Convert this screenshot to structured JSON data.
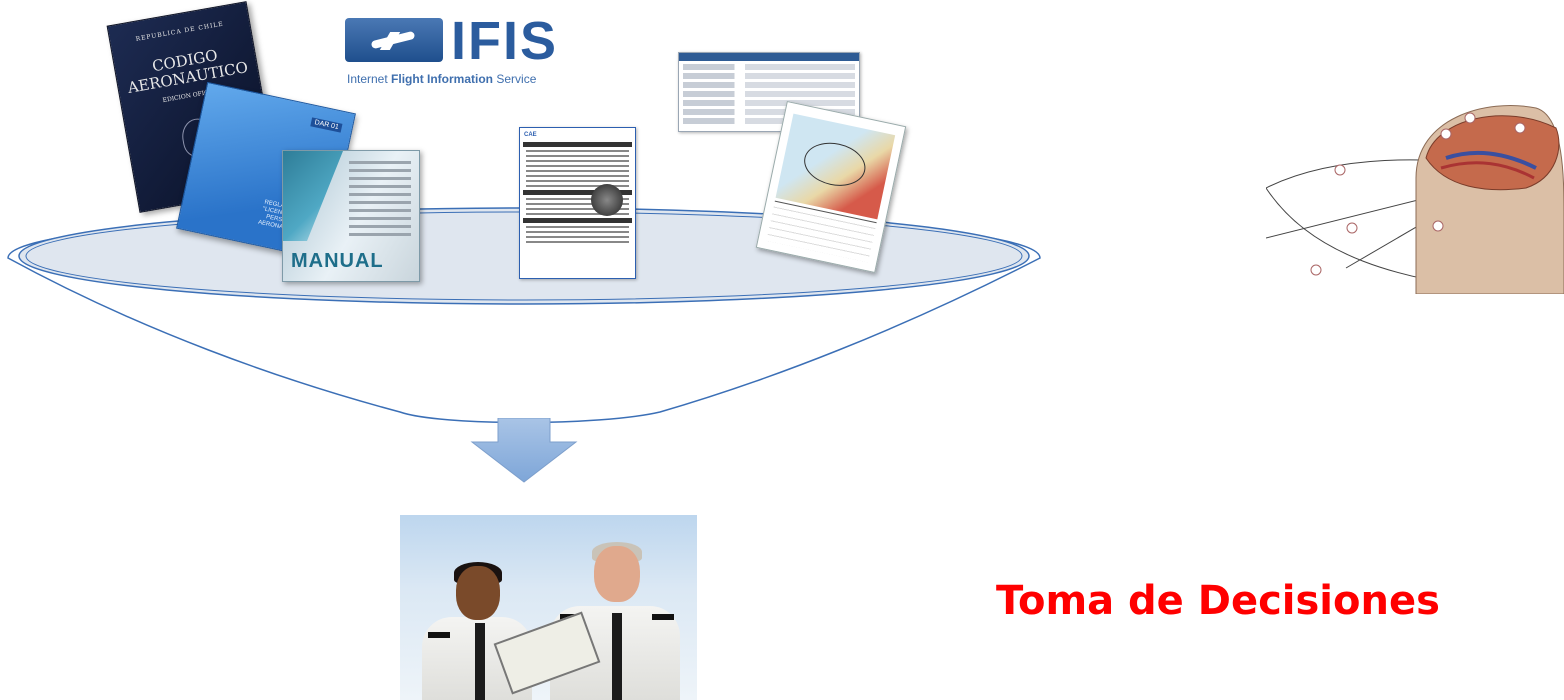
{
  "title": "Toma de Decisiones",
  "sources": {
    "codigo_book": {
      "top": "REPUBLICA DE CHILE",
      "title_line1": "CODIGO",
      "title_line2": "AERONAUTICO",
      "edition": "EDICION OFICIAL"
    },
    "reglamento_book": {
      "code": "DAR 01",
      "label": "REGLAMENTO \"LICENCIAS AL PERSONAL AERONAUTICO\""
    },
    "manual": {
      "label": "MANUAL"
    },
    "ifis_logo": {
      "wordmark": "IFIS",
      "tagline_prefix": "Internet ",
      "tagline_bold": "Flight Information",
      "tagline_suffix": " Service"
    },
    "cae_checklist": {
      "brand": "CAE"
    }
  },
  "colors": {
    "title": "#ff0000",
    "funnel_stroke": "#3b6fb6",
    "funnel_fill": "#dfe6ef",
    "arrow": "#8fb2dd"
  },
  "icons": {
    "arrow": "down-arrow-icon",
    "head": "brain-diagram-icon"
  }
}
